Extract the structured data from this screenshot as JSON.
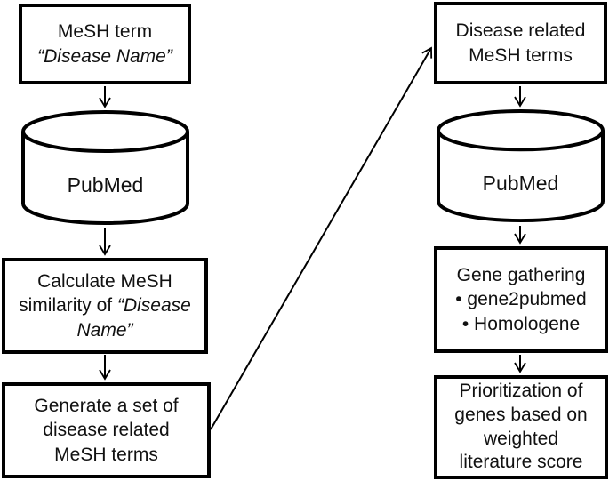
{
  "left": {
    "box1": {
      "line1": "MeSH term",
      "line2": "“Disease Name”"
    },
    "db": {
      "label": "PubMed"
    },
    "box2": {
      "line1": "Calculate MeSH",
      "line2_regular": "similarity of ",
      "line2_italic": "“Disease",
      "line3_italic": "Name”"
    },
    "box3": {
      "text": "Generate a set of\ndisease related\nMeSH terms"
    }
  },
  "right": {
    "box1": {
      "text": "Disease related\nMeSH terms"
    },
    "db": {
      "label": "PubMed"
    },
    "box2": {
      "title": "Gene gathering",
      "bullet1": "• gene2pubmed",
      "bullet2": "• Homologene"
    },
    "box3": {
      "text": "Prioritization of\ngenes based on\nweighted\nliterature score"
    }
  },
  "colors": {
    "stroke": "#000000",
    "background": "#ffffff",
    "text": "#111111"
  }
}
